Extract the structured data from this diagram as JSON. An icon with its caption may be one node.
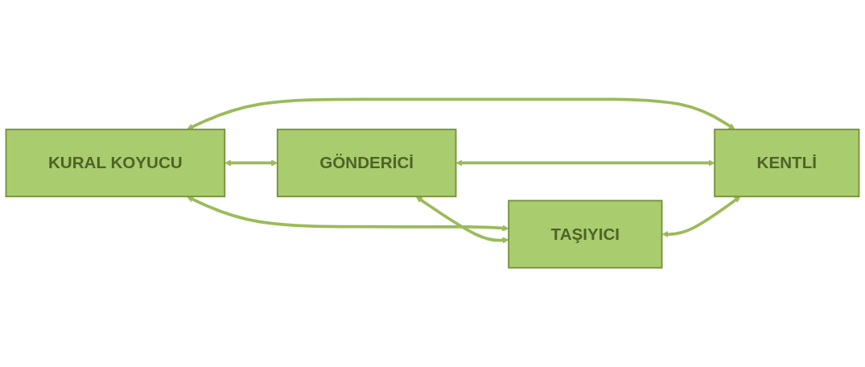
{
  "diagram": {
    "nodes": [
      {
        "text": [
          "KURAL KOYUCU"
        ]
      },
      {
        "text": [
          "GÖNDERİCİ"
        ]
      },
      {
        "text": [
          "TAŞIYICI"
        ]
      },
      {
        "text": [
          "KENTLİ"
        ]
      }
    ],
    "edges": [
      {
        "from": 0,
        "to": 1,
        "arrow": "both"
      },
      {
        "from": 0,
        "to": 2,
        "arrow": "both"
      },
      {
        "from": 0,
        "to": 3,
        "arrow": "both"
      },
      {
        "from": 1,
        "to": 2,
        "arrow": "both"
      },
      {
        "from": 1,
        "to": 3,
        "arrow": "both"
      },
      {
        "from": 2,
        "to": 3,
        "arrow": "both"
      }
    ]
  }
}
